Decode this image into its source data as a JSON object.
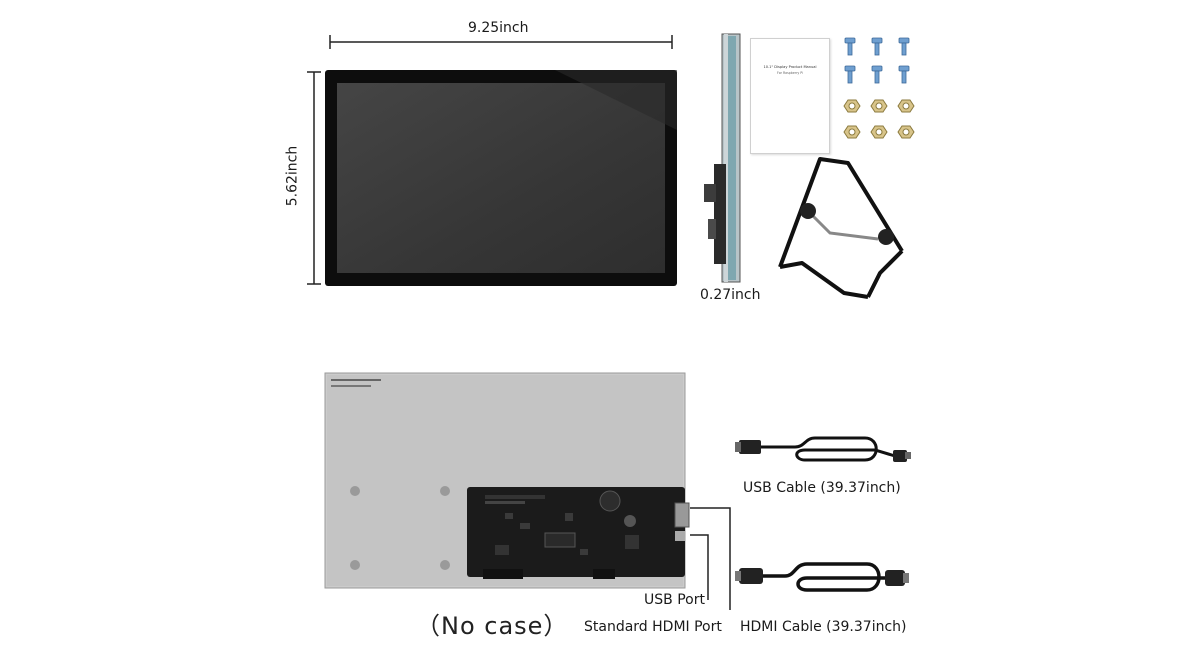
{
  "dimensions": {
    "width_label": "9.25inch",
    "height_label": "5.62inch",
    "depth_label": "0.27inch"
  },
  "manual": {
    "title": "10.1\" Display Product Manual",
    "subtitle": "For Raspberry Pi"
  },
  "labels": {
    "usb_cable": "USB Cable (39.37inch)",
    "hdmi_cable": "HDMI Cable (39.37inch)",
    "usb_port": "USB Port",
    "hdmi_port": "Standard HDMI Port",
    "no_case": "（No case）"
  },
  "colors": {
    "screen_frame": "#0d0d0d",
    "screen_glass": "#3a3a3a",
    "back_panel": "#c9c9c9",
    "pcb": "#1b1b1b",
    "stand": "#111111"
  }
}
